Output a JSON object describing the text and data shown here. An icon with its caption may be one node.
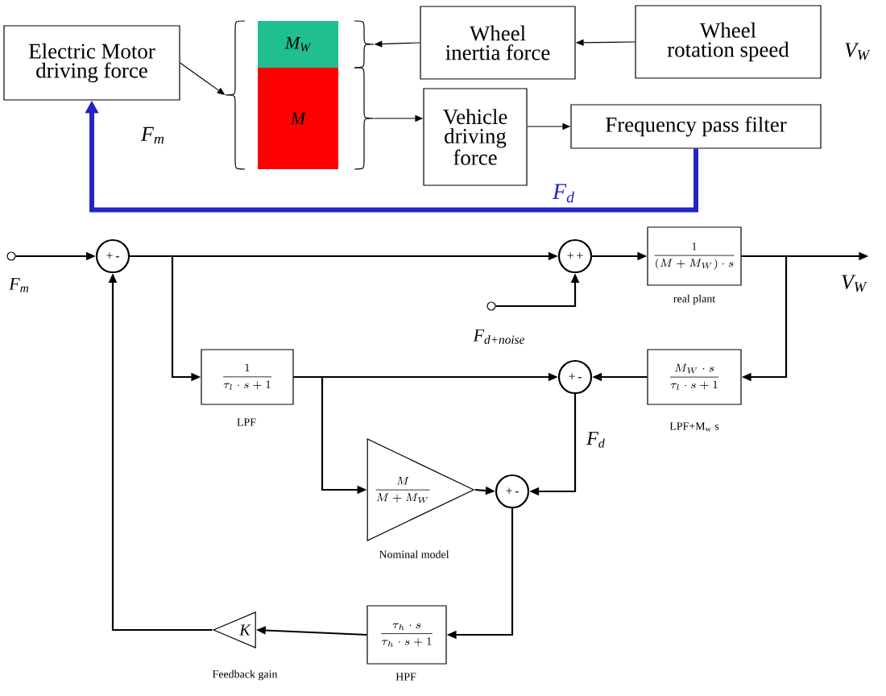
{
  "diagram": {
    "nodes": [
      {
        "text": [
          "Electric Motor driving force"
        ],
        "beside": [
          "F$_{m}$"
        ]
      },
      {
        "text": [],
        "shape": "brace"
      },
      {
        "text": [
          "M$_{W}$"
        ]
      },
      {
        "text": [
          "M"
        ]
      },
      {
        "text": [],
        "shape": "brace"
      },
      {
        "text": [],
        "shape": "brace"
      },
      {
        "text": [
          "Wheel inertia force"
        ]
      },
      {
        "text": [
          "Wheel rotation speed"
        ],
        "beside": [
          "V$_{W}$"
        ]
      },
      {
        "text": [
          "Vehicle driving force"
        ]
      },
      {
        "text": [
          "Frequency pass filter"
        ]
      },
      {
        "text": [],
        "shape": "circle",
        "beside": [
          "F$_{m}$"
        ]
      },
      {
        "text": [
          "+",
          "-"
        ]
      },
      {
        "text": [
          "+",
          "+"
        ]
      },
      {
        "text": [
          "\\frac{1}{(M+M_W)\\cdot s}"
        ],
        "beside": [
          "real plant"
        ]
      },
      {
        "text": [],
        "shape": "circle",
        "beside": [
          "F$_{d+noise}$"
        ]
      },
      {
        "text": [
          "\\frac{1}{\\tau_l\\cdot s+1}"
        ],
        "beside": [
          "LPF"
        ]
      },
      {
        "text": [
          "+",
          "-"
        ]
      },
      {
        "text": [
          "\\frac{M_W\\cdot s}{\\tau_l\\cdot s+1}"
        ],
        "beside": [
          "LPF+M$_{w}$ s"
        ]
      },
      {
        "text": [
          "\\frac{M}{M+M_W}"
        ],
        "beside": [
          "Nominal  model"
        ]
      },
      {
        "text": [
          "+",
          "-"
        ]
      },
      {
        "text": [
          "\\frac{\\tau_h\\cdot s}{\\tau_h\\cdot s+1}"
        ],
        "beside": [
          "HPF"
        ]
      },
      {
        "text": [
          "K"
        ],
        "beside": [
          "Feedback gain"
        ]
      },
      {
        "text": [
          "V$_{W}$"
        ]
      }
    ],
    "edges": [
      {
        "from": 0,
        "to": 1,
        "arrow": "to"
      },
      {
        "from": 6,
        "to": 4,
        "arrow": "to"
      },
      {
        "from": 7,
        "to": 6,
        "arrow": "to"
      },
      {
        "from": 5,
        "to": 8,
        "arrow": "to"
      },
      {
        "from": 8,
        "to": 9,
        "arrow": "to"
      },
      {
        "from": 9,
        "to": 0,
        "arrow": "to",
        "style": "thick",
        "color": "#2323c8",
        "label": "F$_{d}$"
      },
      {
        "from": 10,
        "to": 11,
        "arrow": "to"
      },
      {
        "from": 11,
        "to": 12,
        "arrow": "to"
      },
      {
        "from": 12,
        "to": 13,
        "arrow": "to"
      },
      {
        "from": 13,
        "to": 22,
        "arrow": "to"
      },
      {
        "from": 14,
        "to": 12,
        "arrow": "to"
      },
      {
        "from": 13,
        "to": 17,
        "arrow": "to"
      },
      {
        "from": 11,
        "to": 15,
        "arrow": "to"
      },
      {
        "from": 15,
        "to": 16,
        "arrow": "to"
      },
      {
        "from": 17,
        "to": 16,
        "arrow": "to"
      },
      {
        "from": 15,
        "to": 18,
        "arrow": "to"
      },
      {
        "from": 16,
        "to": 19,
        "arrow": "to",
        "label": "F$_{d}$"
      },
      {
        "from": 18,
        "to": 19,
        "arrow": "to"
      },
      {
        "from": 19,
        "to": 20,
        "arrow": "to"
      },
      {
        "from": 20,
        "to": 21,
        "arrow": "to"
      },
      {
        "from": 21,
        "to": 11,
        "arrow": "to"
      }
    ]
  }
}
